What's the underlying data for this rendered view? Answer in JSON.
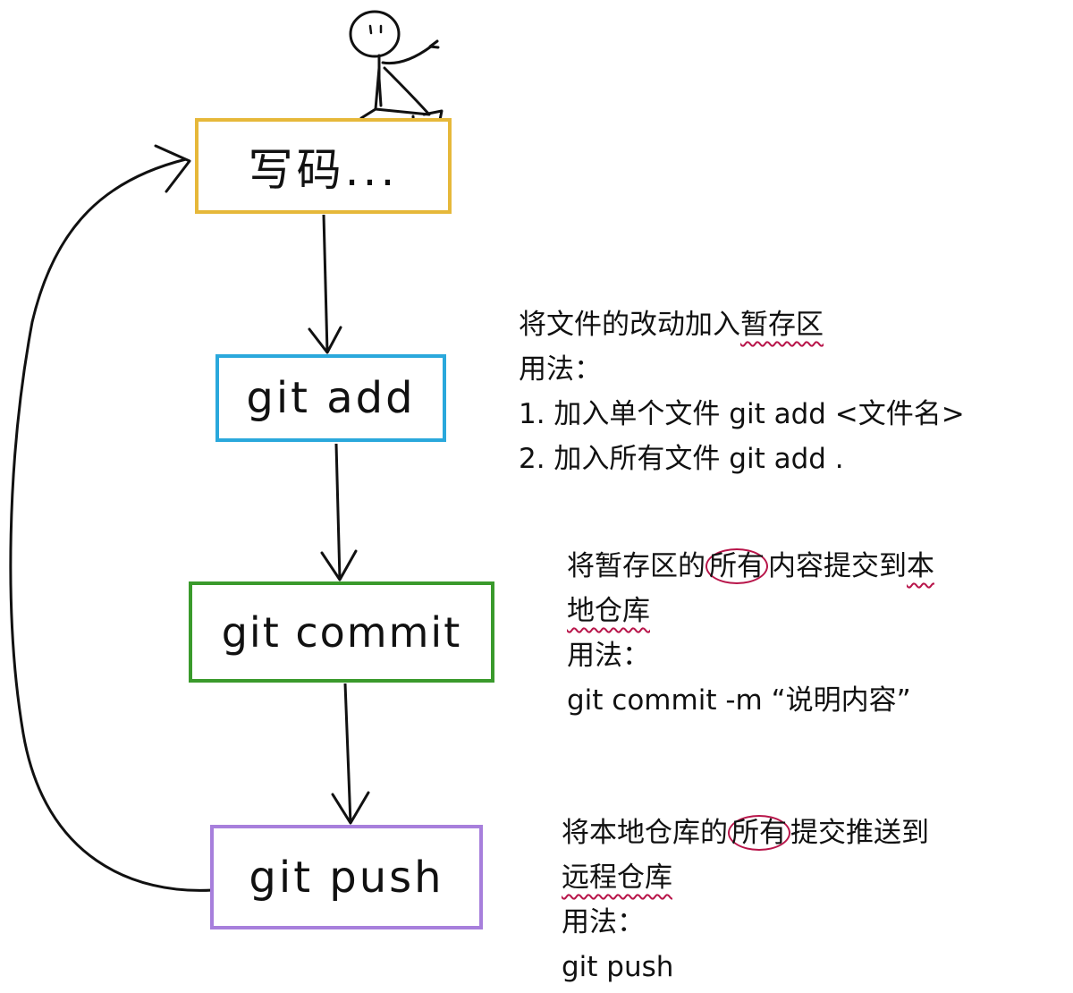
{
  "steps": [
    {
      "id": "code",
      "label": "写码...",
      "color": "#e6b83a"
    },
    {
      "id": "add",
      "label": "git add",
      "color": "#2aa8dc"
    },
    {
      "id": "commit",
      "label": "git commit",
      "color": "#3a9a2c"
    },
    {
      "id": "push",
      "label": "git push",
      "color": "#a77fdc"
    }
  ],
  "notes": {
    "add": {
      "line1_pre": "将文件的改动加入",
      "line1_mark": "暂存区",
      "usage": "用法：",
      "item1": "1. 加入单个文件 git add <文件名>",
      "item2": "2. 加入所有文件 git add ."
    },
    "commit": {
      "line1_pre": "将暂存区的",
      "line1_circled": "所有",
      "line1_post": "内容提交到",
      "line1_mark": "本",
      "line2_mark": "地仓库",
      "usage": "用法：",
      "command": "git commit -m “说明内容”"
    },
    "push": {
      "line1_pre": "将本地仓库的",
      "line1_circled": "所有",
      "line1_post": "提交推送到",
      "line2_mark": "远程仓库",
      "usage": "用法：",
      "command": "git push"
    }
  },
  "colors": {
    "ink": "#111111",
    "highlight": "#b8154a"
  }
}
